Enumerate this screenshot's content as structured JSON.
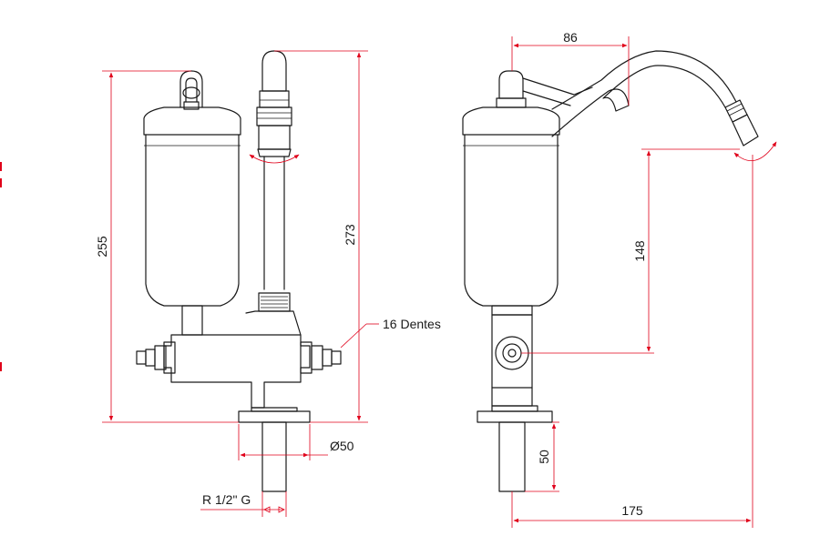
{
  "dimensions": {
    "front_overall_height": "255",
    "front_spout_height": "273",
    "side_spout_reach": "86",
    "side_spout_height": "148",
    "side_shank_length": "50",
    "side_total_reach": "175"
  },
  "labels": {
    "teeth": "16 Dentes",
    "base_diameter": "Ø50",
    "thread": "R 1/2\" G"
  },
  "colors": {
    "dimension_lines": "#e0001a",
    "outline": "#1a1a1a"
  }
}
